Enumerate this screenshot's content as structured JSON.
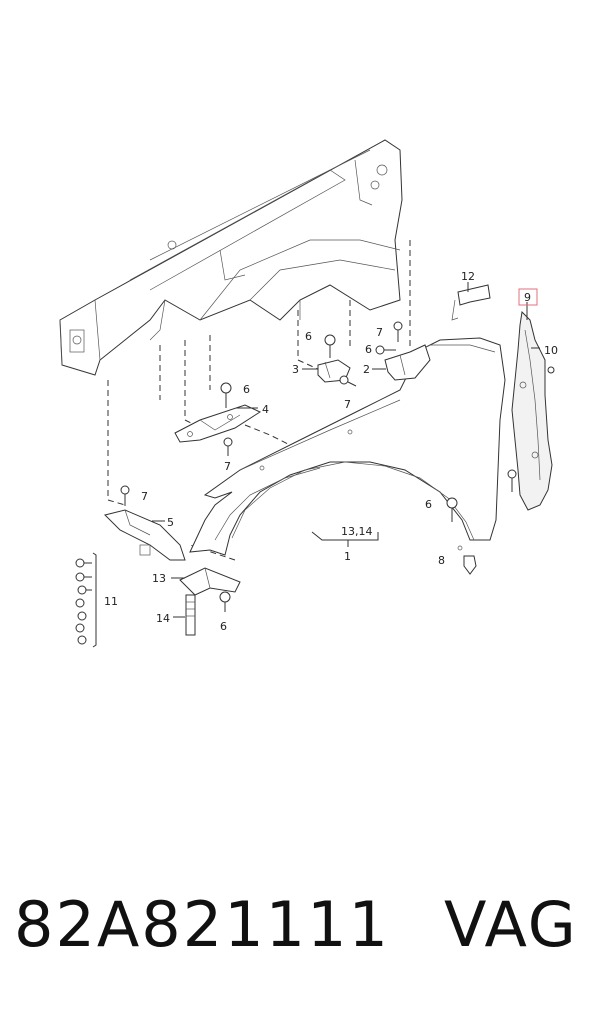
{
  "callouts": {
    "c1": "1",
    "c2": "2",
    "c3": "3",
    "c4": "4",
    "c5": "5",
    "c6a": "6",
    "c6b": "6",
    "c6c": "6",
    "c6d": "6",
    "c6e": "6",
    "c7a": "7",
    "c7b": "7",
    "c7c": "7",
    "c7d": "7",
    "c8": "8",
    "c9": "9",
    "c10": "10",
    "c11": "11",
    "c12": "12",
    "c13": "13",
    "c13_14": "13,14",
    "c14": "14"
  },
  "highlight_color": "#e0707a",
  "caption": {
    "part_number": "82A821111",
    "brand": "VAG"
  }
}
